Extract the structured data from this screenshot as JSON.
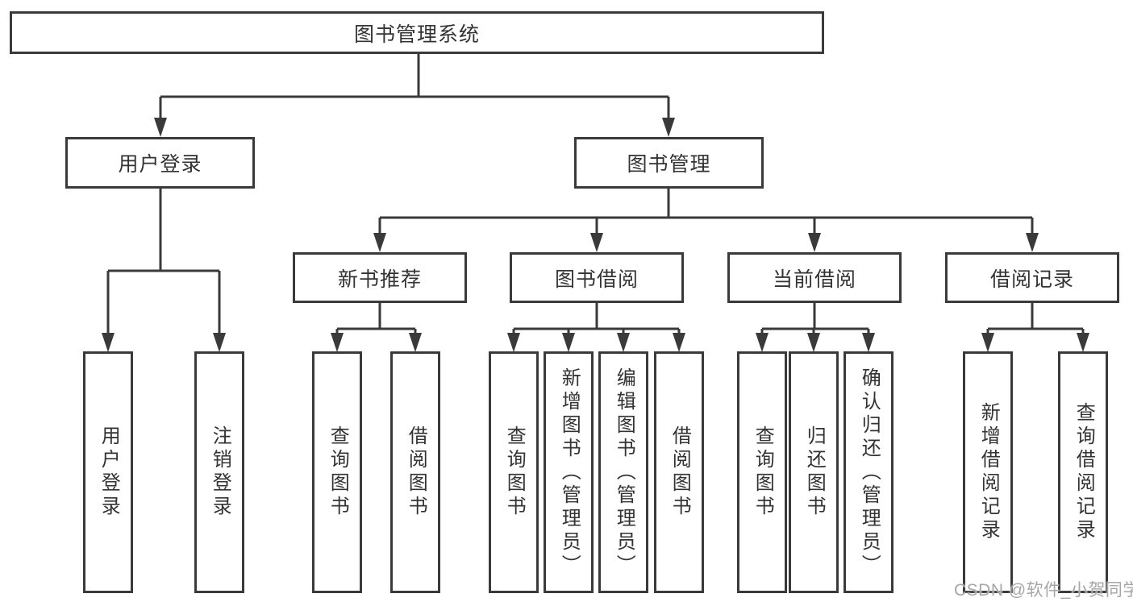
{
  "colors": {
    "line": "#3a3a3a",
    "text": "#333333",
    "background": "#ffffff",
    "box_background": "#ffffff",
    "watermark": "#a6a6aa"
  },
  "watermark": "CSDN @软件_小贺同学",
  "nodes": {
    "root": {
      "label": "图书管理系统"
    },
    "level2": [
      {
        "label": "用户登录"
      },
      {
        "label": "图书管理"
      }
    ],
    "level3": [
      {
        "label": "新书推荐"
      },
      {
        "label": "图书借阅"
      },
      {
        "label": "当前借阅"
      },
      {
        "label": "借阅记录"
      }
    ],
    "level4": {
      "user_login": [
        "用户登录",
        "注销登录"
      ],
      "new_book_recommend": [
        "查询图书",
        "借阅图书"
      ],
      "book_borrow": [
        "查询图书",
        "新增图书（管理员）",
        "编辑图书（管理员）",
        "借阅图书"
      ],
      "current_borrow": [
        "查询图书",
        "归还图书",
        "确认归还（管理员）"
      ],
      "borrow_record": [
        "新增借阅记录",
        "查询借阅记录"
      ]
    }
  }
}
